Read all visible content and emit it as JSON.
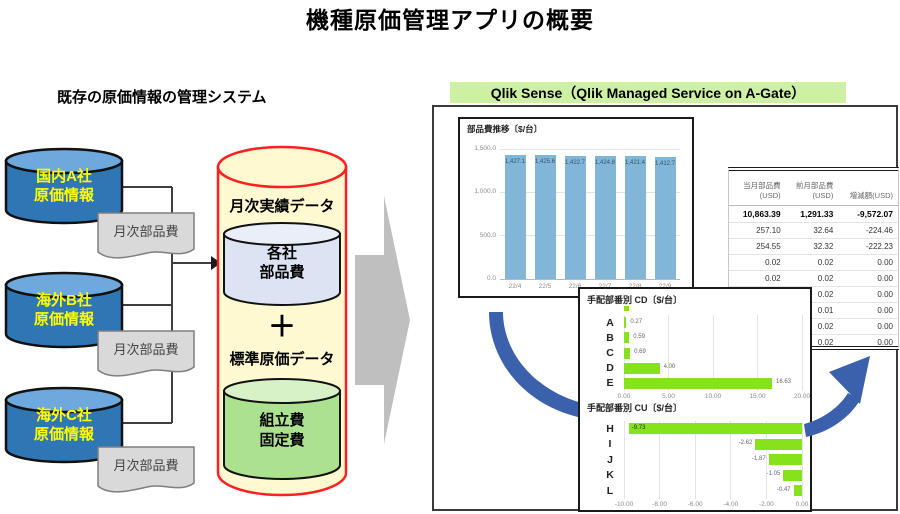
{
  "page": {
    "title": "機種原価管理アプリの概要"
  },
  "left": {
    "section_label": "既存の原価情報の管理システム",
    "sources": [
      {
        "line1": "国内A社",
        "line2": "原価情報",
        "doc_label": "月次部品費"
      },
      {
        "line1": "海外B社",
        "line2": "原価情報",
        "doc_label": "月次部品費"
      },
      {
        "line1": "海外C社",
        "line2": "原価情報",
        "doc_label": "月次部品費"
      }
    ],
    "store": {
      "monthly_label": "月次実績データ",
      "inner1_line1": "各社",
      "inner1_line2": "部品費",
      "plus": "＋",
      "standard_label": "標準原価データ",
      "inner2_line1": "組立費",
      "inner2_line2": "固定費"
    }
  },
  "right": {
    "header": "Qlik Sense（Qlik Managed Service on A-Gate）"
  },
  "colors": {
    "source_cylinder_body": "#2F76B5",
    "source_cylinder_top": "#6FA8DC",
    "store_fill": "#FFF9D2",
    "store_border": "#FF2020",
    "inner1_fill": "#DCE4F4",
    "inner2_fill": "#ACE28F",
    "doc_fill": "#D9D9D9",
    "qlik_header_bg": "#CDF0A2",
    "blue_bar": "#82B6D9",
    "green_bar": "#86E21B",
    "flow_arrow_blue": "#3B61AC",
    "big_arrow_gray": "#BFBFBF"
  },
  "chart_data": [
    {
      "type": "bar",
      "title": "部品費推移〔$/台〕",
      "categories": [
        "22/4",
        "22/5",
        "22/6",
        "22/7",
        "22/8",
        "22/9"
      ],
      "values": [
        1427.1,
        1425.6,
        1422.7,
        1424.8,
        1421.4,
        1412.7
      ],
      "value_labels": [
        "1,427.1",
        "1,425.6",
        "1,422.7",
        "1,424.8",
        "1,421.4",
        "1,412.7"
      ],
      "ylim": [
        0,
        1500
      ],
      "ytick_values": [
        0,
        500,
        1000,
        1500
      ],
      "ytick_labels": [
        "0.0",
        "500.0",
        "1,000.0",
        "1,500.0"
      ],
      "bar_color": "#82B6D9",
      "grid": true,
      "legend": "none"
    },
    {
      "type": "bar-horizontal",
      "title": "手配部番別 CD〔$/台〕",
      "categories": [
        "A",
        "B",
        "C",
        "D",
        "E"
      ],
      "values": [
        0.27,
        0.59,
        0.69,
        4.0,
        16.63
      ],
      "value_labels": [
        "0.27",
        "0.59",
        "0.69",
        "4.00",
        "16.63"
      ],
      "xlim": [
        0,
        20
      ],
      "xtick_values": [
        0,
        5,
        10,
        15,
        20
      ],
      "xtick_labels": [
        "0.00",
        "5.00",
        "10.00",
        "15.00",
        "20.00"
      ],
      "bar_color": "#86E21B",
      "grid": true,
      "legend": "none"
    },
    {
      "type": "bar-horizontal",
      "title": "手配部番別 CU〔$/台〕",
      "categories": [
        "H",
        "I",
        "J",
        "K",
        "L"
      ],
      "values": [
        -9.73,
        -2.62,
        -1.87,
        -1.05,
        -0.47
      ],
      "value_labels": [
        "-9.73",
        "-2.62",
        "-1.87",
        "-1.05",
        "-0.47"
      ],
      "xlim": [
        -10,
        0
      ],
      "xtick_values": [
        -10,
        -8,
        -6,
        -4,
        -2,
        0
      ],
      "xtick_labels": [
        "-10.00",
        "-8.00",
        "-6.00",
        "-4.00",
        "-2.00",
        "0.00"
      ],
      "bar_color": "#86E21B",
      "grid": true,
      "legend": "none"
    },
    {
      "type": "table",
      "headers": [
        [
          "当月部品費",
          "(USD)"
        ],
        [
          "前月部品費",
          "(USD)"
        ],
        [
          "増減額(USD)"
        ]
      ],
      "rows": [
        [
          "10,863.39",
          "1,291.33",
          "-9,572.07"
        ],
        [
          "257.10",
          "32.64",
          "-224.46"
        ],
        [
          "254.55",
          "32.32",
          "-222.23"
        ],
        [
          "0.02",
          "0.02",
          "0.00"
        ],
        [
          "0.02",
          "0.02",
          "0.00"
        ],
        [
          "",
          "0.02",
          "0.00"
        ],
        [
          "",
          "0.01",
          "0.00"
        ],
        [
          "",
          "0.02",
          "0.00"
        ],
        [
          "",
          "0.02",
          "0.00"
        ]
      ]
    }
  ]
}
